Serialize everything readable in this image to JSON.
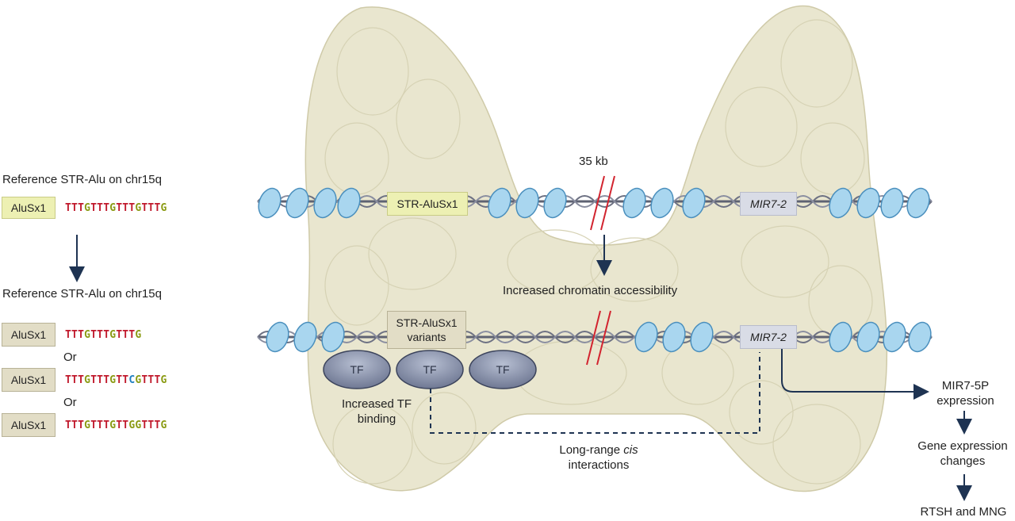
{
  "left": {
    "title_top": "Reference STR-Alu on chr15q",
    "title_bottom": "Reference STR-Alu on chr15q",
    "ref": {
      "box": "AluSx1",
      "seq": "TTTGTTTGTTTGTTTG"
    },
    "variants": [
      {
        "box": "AluSx1",
        "seq": "TTTGTTTGTTTG"
      },
      {
        "box": "AluSx1",
        "seq": "TTTGTTTGTTCGTTTG"
      },
      {
        "box": "AluSx1",
        "seq": "TTTGTTTGTTGGTTTG"
      }
    ],
    "or_labels": [
      "Or",
      "Or"
    ]
  },
  "diagram": {
    "distance_label": "35 kb",
    "str_top": "STR-AluSx1",
    "str_bottom": "STR-AluSx1\nvariants",
    "mir_top": "MIR7-2",
    "mir_bottom": "MIR7-2",
    "accessibility_label": "Increased chromatin accessibility",
    "tf_labels": [
      "TF",
      "TF",
      "TF"
    ],
    "tf_binding_label": "Increased TF\nbinding",
    "long_range_label_1": "Long-range ",
    "long_range_label_italic": "cis",
    "long_range_label_2": "interactions"
  },
  "outcomes": {
    "expression": "MIR7-5P\nexpression",
    "gene_changes": "Gene expression\nchanges",
    "disease": "RTSH and MNG"
  },
  "colors": {
    "nucleotide_T": "#c0182b",
    "nucleotide_G": "#8a9a12",
    "nucleotide_C": "#1f7fc0",
    "thyroid_fill": "#e9e6cf",
    "nucleosome": "#a9d6ef",
    "tf_fill": "#8e97ad",
    "arrow": "#1e3352"
  }
}
